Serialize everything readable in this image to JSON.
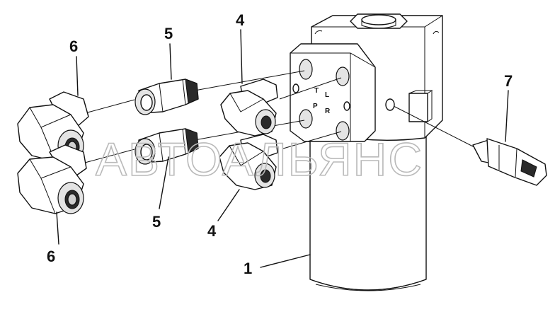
{
  "callouts": {
    "c1": "1",
    "c4a": "4",
    "c4b": "4",
    "c5a": "5",
    "c5b": "5",
    "c6a": "6",
    "c6b": "6",
    "c7": "7"
  },
  "ports": {
    "t": "T",
    "l": "L",
    "p": "P",
    "r": "R"
  },
  "watermark": "АВТОАЛЬЯНС",
  "colors": {
    "line": "#111111",
    "watermark": "#b9b9b9",
    "background": "#ffffff"
  }
}
